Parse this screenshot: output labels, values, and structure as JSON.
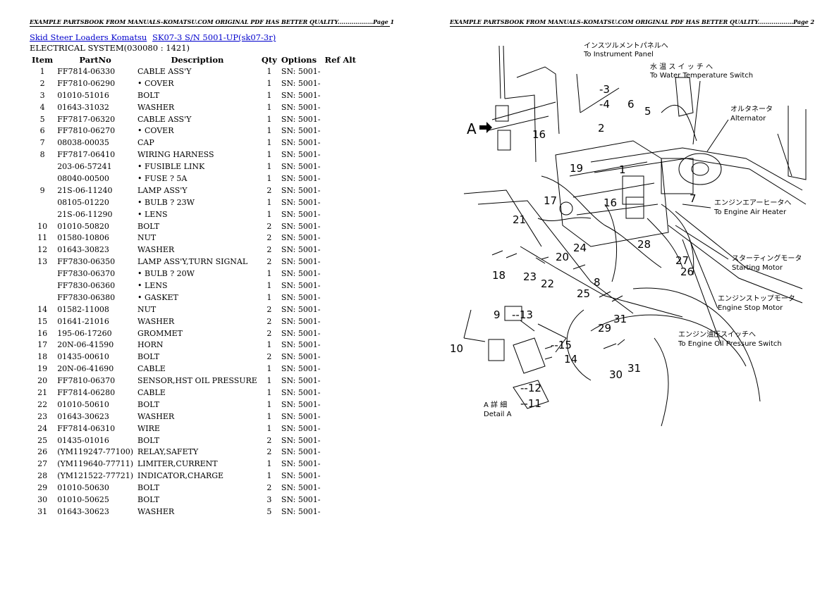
{
  "header_left": "EXAMPLE PARTSBOOK FROM MANUALS-KOMATSU.COM ORIGINAL PDF HAS BETTER QUALITY..................Page 1",
  "header_right": "EXAMPLE PARTSBOOK FROM MANUALS-KOMATSU.COM ORIGINAL PDF HAS BETTER QUALITY..................Page 2",
  "breadcrumb": {
    "link1": "Skid Steer Loaders Komatsu",
    "link2": "SK07-3 S/N 5001-UP(sk07-3r)"
  },
  "section_title": "ELECTRICAL SYSTEM(030080 : 1421)",
  "columns": {
    "item": "Item",
    "partno": "PartNo",
    "description": "Description",
    "qty": "Qty",
    "options": "Options",
    "refalt": "Ref Alt"
  },
  "rows": [
    {
      "item": "1",
      "partno": "FF7814-06330",
      "desc": "CABLE ASS'Y",
      "qty": "1",
      "opt": "SN: 5001-"
    },
    {
      "item": "2",
      "partno": "FF7810-06290",
      "desc": "• COVER",
      "qty": "1",
      "opt": "SN: 5001-"
    },
    {
      "item": "3",
      "partno": "01010-51016",
      "desc": "BOLT",
      "qty": "1",
      "opt": "SN: 5001-"
    },
    {
      "item": "4",
      "partno": "01643-31032",
      "desc": "WASHER",
      "qty": "1",
      "opt": "SN: 5001-"
    },
    {
      "item": "5",
      "partno": "FF7817-06320",
      "desc": "CABLE ASS'Y",
      "qty": "1",
      "opt": "SN: 5001-"
    },
    {
      "item": "6",
      "partno": "FF7810-06270",
      "desc": "• COVER",
      "qty": "1",
      "opt": "SN: 5001-"
    },
    {
      "item": "7",
      "partno": "08038-00035",
      "desc": "CAP",
      "qty": "1",
      "opt": "SN: 5001-"
    },
    {
      "item": "8",
      "partno": "FF7817-06410",
      "desc": "WIRING HARNESS",
      "qty": "1",
      "opt": "SN: 5001-"
    },
    {
      "item": "",
      "partno": "203-06-57241",
      "desc": "• FUSIBLE LINK",
      "qty": "1",
      "opt": "SN: 5001-"
    },
    {
      "item": "",
      "partno": "08040-00500",
      "desc": "• FUSE ? 5A",
      "qty": "1",
      "opt": "SN: 5001-"
    },
    {
      "item": "9",
      "partno": "21S-06-11240",
      "desc": "LAMP ASS'Y",
      "qty": "2",
      "opt": "SN: 5001-"
    },
    {
      "item": "",
      "partno": "08105-01220",
      "desc": "• BULB ? 23W",
      "qty": "1",
      "opt": "SN: 5001-"
    },
    {
      "item": "",
      "partno": "21S-06-11290",
      "desc": "• LENS",
      "qty": "1",
      "opt": "SN: 5001-"
    },
    {
      "item": "10",
      "partno": "01010-50820",
      "desc": "BOLT",
      "qty": "2",
      "opt": "SN: 5001-"
    },
    {
      "item": "11",
      "partno": "01580-10806",
      "desc": "NUT",
      "qty": "2",
      "opt": "SN: 5001-"
    },
    {
      "item": "12",
      "partno": "01643-30823",
      "desc": "WASHER",
      "qty": "2",
      "opt": "SN: 5001-"
    },
    {
      "item": "13",
      "partno": "FF7830-06350",
      "desc": "LAMP ASS'Y,TURN SIGNAL",
      "qty": "2",
      "opt": "SN: 5001-"
    },
    {
      "item": "",
      "partno": "FF7830-06370",
      "desc": "• BULB ? 20W",
      "qty": "1",
      "opt": "SN: 5001-"
    },
    {
      "item": "",
      "partno": "FF7830-06360",
      "desc": "• LENS",
      "qty": "1",
      "opt": "SN: 5001-"
    },
    {
      "item": "",
      "partno": "FF7830-06380",
      "desc": "• GASKET",
      "qty": "1",
      "opt": "SN: 5001-"
    },
    {
      "item": "14",
      "partno": "01582-11008",
      "desc": "NUT",
      "qty": "2",
      "opt": "SN: 5001-"
    },
    {
      "item": "15",
      "partno": "01641-21016",
      "desc": "WASHER",
      "qty": "2",
      "opt": "SN: 5001-"
    },
    {
      "item": "16",
      "partno": "195-06-17260",
      "desc": "GROMMET",
      "qty": "2",
      "opt": "SN: 5001-"
    },
    {
      "item": "17",
      "partno": "20N-06-41590",
      "desc": "HORN",
      "qty": "1",
      "opt": "SN: 5001-"
    },
    {
      "item": "18",
      "partno": "01435-00610",
      "desc": "BOLT",
      "qty": "2",
      "opt": "SN: 5001-"
    },
    {
      "item": "19",
      "partno": "20N-06-41690",
      "desc": "CABLE",
      "qty": "1",
      "opt": "SN: 5001-"
    },
    {
      "item": "20",
      "partno": "FF7810-06370",
      "desc": "SENSOR,HST OIL PRESSURE",
      "qty": "1",
      "opt": "SN: 5001-"
    },
    {
      "item": "21",
      "partno": "FF7814-06280",
      "desc": "CABLE",
      "qty": "1",
      "opt": "SN: 5001-"
    },
    {
      "item": "22",
      "partno": "01010-50610",
      "desc": "BOLT",
      "qty": "1",
      "opt": "SN: 5001-"
    },
    {
      "item": "23",
      "partno": "01643-30623",
      "desc": "WASHER",
      "qty": "1",
      "opt": "SN: 5001-"
    },
    {
      "item": "24",
      "partno": "FF7814-06310",
      "desc": "WIRE",
      "qty": "1",
      "opt": "SN: 5001-"
    },
    {
      "item": "25",
      "partno": "01435-01016",
      "desc": "BOLT",
      "qty": "2",
      "opt": "SN: 5001-"
    },
    {
      "item": "26",
      "partno": "(YM119247-77100)",
      "desc": "RELAY,SAFETY",
      "qty": "2",
      "opt": "SN: 5001-"
    },
    {
      "item": "27",
      "partno": "(YM119640-77711)",
      "desc": "LIMITER,CURRENT",
      "qty": "1",
      "opt": "SN: 5001-"
    },
    {
      "item": "28",
      "partno": "(YM121522-77721)",
      "desc": "INDICATOR,CHARGE",
      "qty": "1",
      "opt": "SN: 5001-"
    },
    {
      "item": "29",
      "partno": "01010-50630",
      "desc": "BOLT",
      "qty": "2",
      "opt": "SN: 5001-"
    },
    {
      "item": "30",
      "partno": "01010-50625",
      "desc": "BOLT",
      "qty": "3",
      "opt": "SN: 5001-"
    },
    {
      "item": "31",
      "partno": "01643-30623",
      "desc": "WASHER",
      "qty": "5",
      "opt": "SN: 5001-"
    }
  ],
  "diagram": {
    "labels": {
      "instrument_jp": "インスツルメントパネルへ",
      "instrument": "To Instrument Panel",
      "water_jp": "水 温 ス イ ッ チ へ",
      "water": "To Water Temperature Switch",
      "alt_jp": "オルタネータ",
      "alt": "Alternator",
      "air_jp": "エンジンエアーヒータへ",
      "air": "To Engine Air Heater",
      "start_jp": "スターティングモータ",
      "start": "Starting Motor",
      "stop_jp": "エンジンストップモータ",
      "stop": "Engine Stop Motor",
      "oil_jp": "エンジン油圧スイッチへ",
      "oil": "To Engine Oil Pressure Switch",
      "detail_jp": "A 詳 細",
      "detail": "Detail A",
      "view": "A"
    },
    "callouts": [
      "1",
      "2",
      "3",
      "4",
      "5",
      "6",
      "7",
      "8",
      "9",
      "10",
      "11",
      "12",
      "13",
      "14",
      "15",
      "16",
      "16",
      "17",
      "18",
      "19",
      "20",
      "21",
      "22",
      "23",
      "24",
      "25",
      "26",
      "27",
      "28",
      "29",
      "30",
      "31",
      "31"
    ]
  }
}
